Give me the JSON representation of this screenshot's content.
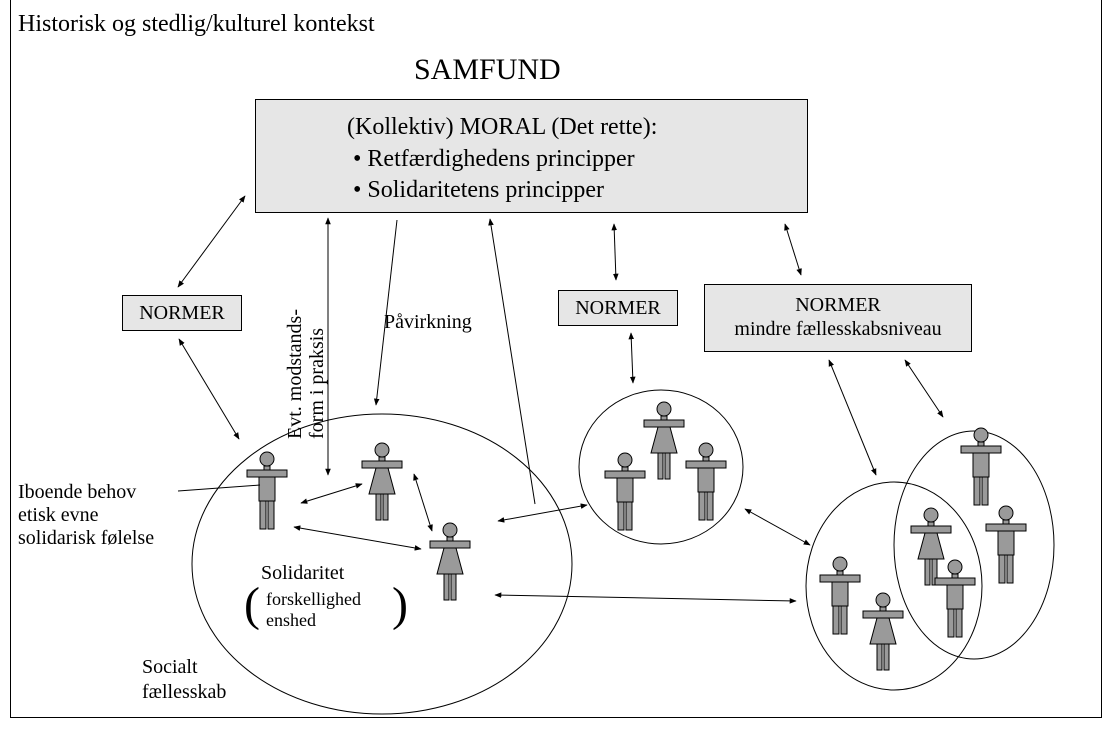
{
  "context_title": "Historisk og stedlig/kulturel kontekst",
  "society_title": "SAMFUND",
  "moral_box": {
    "heading": "(Kollektiv) MORAL (Det rette):",
    "bullets": [
      "Retfærdighedens principper",
      "Solidaritetens principper"
    ]
  },
  "norms_left": "NORMER",
  "norms_middle": "NORMER",
  "norms_right": {
    "line1": "NORMER",
    "line2": "mindre fællesskabsniveau"
  },
  "resistance_label": {
    "line1": "Evt. modstands-",
    "line2": "form i praksis"
  },
  "influence_label": "Påvirkning",
  "inherent_needs": [
    "Iboende behov",
    "etisk evne",
    "solidarisk følelse"
  ],
  "solidarity": {
    "title": "Solidaritet",
    "line1": "forskellighed",
    "line2": "enshed"
  },
  "community_label": {
    "line1": "Socialt",
    "line2": "fællesskab"
  },
  "colors": {
    "box_fill": "#e6e6e6",
    "figure_fill": "#9a9a9a",
    "stroke": "#000000"
  }
}
